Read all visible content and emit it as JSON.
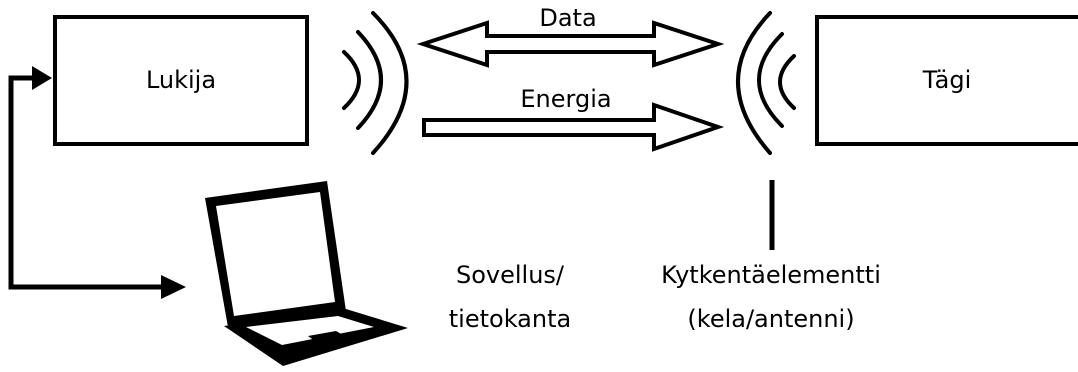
{
  "reader": {
    "label": "Lukija"
  },
  "tag": {
    "label": "Tägi"
  },
  "links": {
    "data_label": "Data",
    "energy_label": "Energia"
  },
  "application": {
    "line1": "Sovellus/",
    "line2": "tietokanta"
  },
  "coupling": {
    "line1": "Kytkentäelementti",
    "line2": "(kela/antenni)"
  },
  "colors": {
    "stroke": "#000000",
    "background": "#ffffff"
  }
}
